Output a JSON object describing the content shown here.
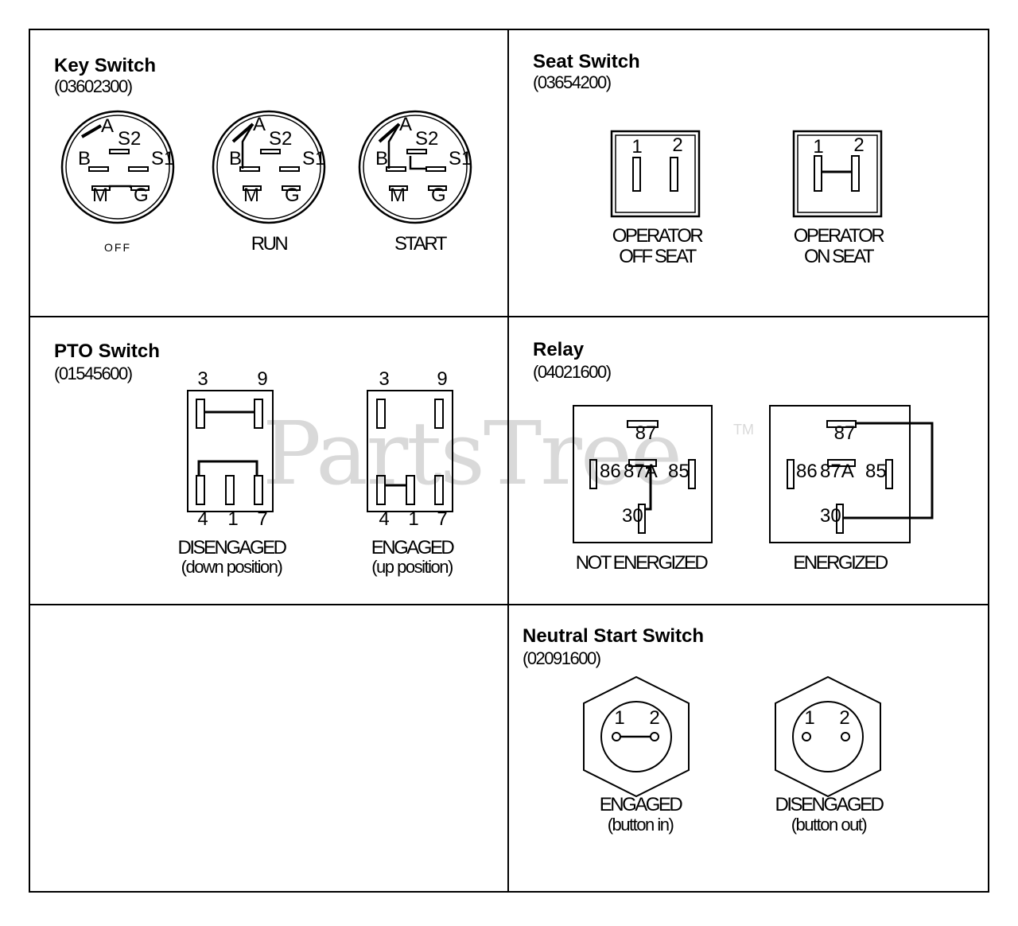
{
  "watermark": {
    "text": "PartsTree",
    "trademark": "TM"
  },
  "key_switch": {
    "title": "Key Switch",
    "part_number": "(03602300)",
    "terminals": {
      "a": "A",
      "s2": "S2",
      "b": "B",
      "s1": "S1",
      "m": "M",
      "g": "G"
    },
    "positions": [
      "OFF",
      "RUN",
      "START"
    ]
  },
  "seat_switch": {
    "title": "Seat Switch",
    "part_number": "(03654200)",
    "pins": [
      "1",
      "2"
    ],
    "states": [
      {
        "line1": "OPERATOR",
        "line2": "OFF SEAT"
      },
      {
        "line1": "OPERATOR",
        "line2": "ON SEAT"
      }
    ]
  },
  "pto_switch": {
    "title": "PTO Switch",
    "part_number": "(01545600)",
    "pins_top": [
      "3",
      "9"
    ],
    "pins_bottom": [
      "4",
      "1",
      "7"
    ],
    "states": [
      {
        "label": "DISENGAGED",
        "sub": "(down position)"
      },
      {
        "label": "ENGAGED",
        "sub": "(up position)"
      }
    ]
  },
  "relay": {
    "title": "Relay",
    "part_number": "(04021600)",
    "pins": {
      "p87": "87",
      "p86": "86",
      "p87a": "87A",
      "p85": "85",
      "p30": "30"
    },
    "states": [
      "NOT ENERGIZED",
      "ENERGIZED"
    ]
  },
  "neutral_switch": {
    "title": "Neutral Start Switch",
    "part_number": "(02091600)",
    "pins": [
      "1",
      "2"
    ],
    "states": [
      {
        "label": "ENGAGED",
        "sub": "(button in)"
      },
      {
        "label": "DISENGAGED",
        "sub": "(button out)"
      }
    ]
  }
}
